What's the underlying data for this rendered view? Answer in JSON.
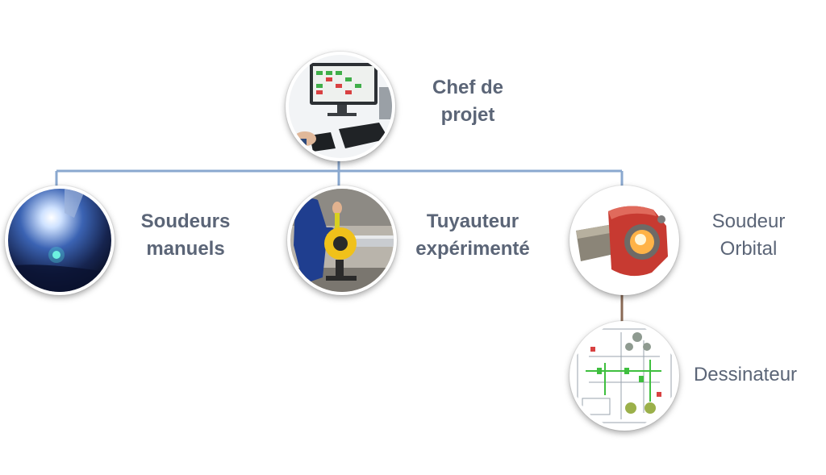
{
  "colors": {
    "connector_blue": "#8aa8cf",
    "connector_brown": "#8a6a55",
    "label_text": "#5b6577"
  },
  "nodes": {
    "chef": {
      "lines": [
        "Chef de",
        "projet"
      ],
      "icon": "computer-workstation-photo"
    },
    "soudeurs": {
      "lines": [
        "Soudeurs",
        "manuels"
      ],
      "icon": "welding-arc-photo"
    },
    "tuyauteur": {
      "lines": [
        "Tuyauteur",
        "expérimenté"
      ],
      "icon": "pipe-fitter-photo"
    },
    "orbital": {
      "lines": [
        "Soudeur",
        "Orbital"
      ],
      "icon": "orbital-welding-head-photo"
    },
    "dessinateur": {
      "lines": [
        "Dessinateur"
      ],
      "icon": "piping-schematic-photo"
    }
  }
}
